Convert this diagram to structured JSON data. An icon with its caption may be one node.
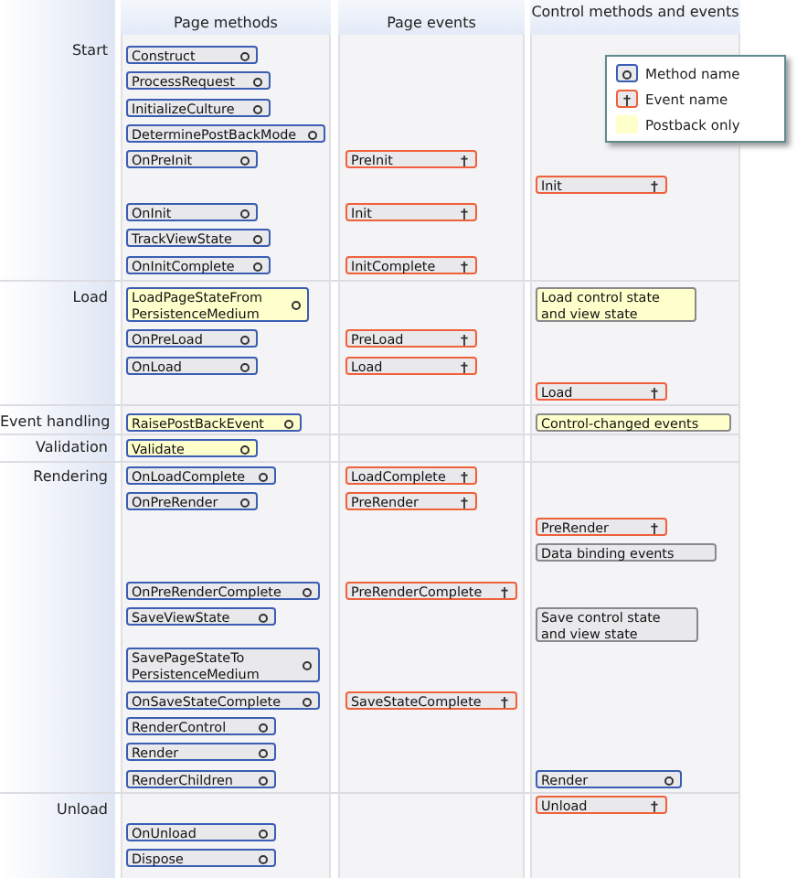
{
  "diagram": {
    "nodes": [
      {
        "text": [
          "Construct"
        ]
      },
      {
        "text": [
          "ProcessRequest"
        ]
      },
      {
        "text": [
          "InitializeCulture"
        ]
      },
      {
        "text": [
          "DeterminePostBackMode"
        ]
      },
      {
        "text": [
          "OnPreInit"
        ]
      },
      {
        "text": [
          "PreInit"
        ]
      },
      {
        "text": [
          "Init"
        ]
      },
      {
        "text": [
          "OnInit"
        ]
      },
      {
        "text": [
          "Init"
        ]
      },
      {
        "text": [
          "TrackViewState"
        ]
      },
      {
        "text": [
          "OnInitComplete"
        ]
      },
      {
        "text": [
          "InitComplete"
        ]
      },
      {
        "text": [
          "LoadPageStateFrom PersistenceMedium"
        ]
      },
      {
        "text": [
          "Load control state and view state"
        ]
      },
      {
        "text": [
          "OnPreLoad"
        ]
      },
      {
        "text": [
          "PreLoad"
        ]
      },
      {
        "text": [
          "OnLoad"
        ]
      },
      {
        "text": [
          "Load"
        ]
      },
      {
        "text": [
          "Load"
        ]
      },
      {
        "text": [
          "RaisePostBackEvent"
        ]
      },
      {
        "text": [
          "Control-changed events"
        ]
      },
      {
        "text": [
          "Validate"
        ]
      },
      {
        "text": [
          "OnLoadComplete"
        ]
      },
      {
        "text": [
          "LoadComplete"
        ]
      },
      {
        "text": [
          "OnPreRender"
        ]
      },
      {
        "text": [
          "PreRender"
        ]
      },
      {
        "text": [
          "PreRender"
        ]
      },
      {
        "text": [
          "Data binding events"
        ]
      },
      {
        "text": [
          "OnPreRenderComplete"
        ]
      },
      {
        "text": [
          "PreRenderComplete"
        ]
      },
      {
        "text": [
          "SaveViewState"
        ]
      },
      {
        "text": [
          "Save control state and view state"
        ]
      },
      {
        "text": [
          "SavePageStateTo PersistenceMedium"
        ]
      },
      {
        "text": [
          "OnSaveStateComplete"
        ]
      },
      {
        "text": [
          "SaveStateComplete"
        ]
      },
      {
        "text": [
          "RenderControl"
        ]
      },
      {
        "text": [
          "Render"
        ]
      },
      {
        "text": [
          "RenderChildren"
        ]
      },
      {
        "text": [
          "Render"
        ]
      },
      {
        "text": [
          "Unload"
        ]
      },
      {
        "text": [
          "OnUnload"
        ]
      },
      {
        "text": [
          "Dispose"
        ]
      }
    ],
    "labels": [
      "Page methods",
      "Page events",
      "Control methods and events",
      "Start",
      "Load",
      "Event handling",
      "Validation",
      "Rendering",
      "Unload"
    ],
    "legend": [
      {
        "text": "Method name"
      },
      {
        "text": "Event name"
      },
      {
        "text": "Postback only",
        "color": "#ffffcc"
      }
    ]
  }
}
